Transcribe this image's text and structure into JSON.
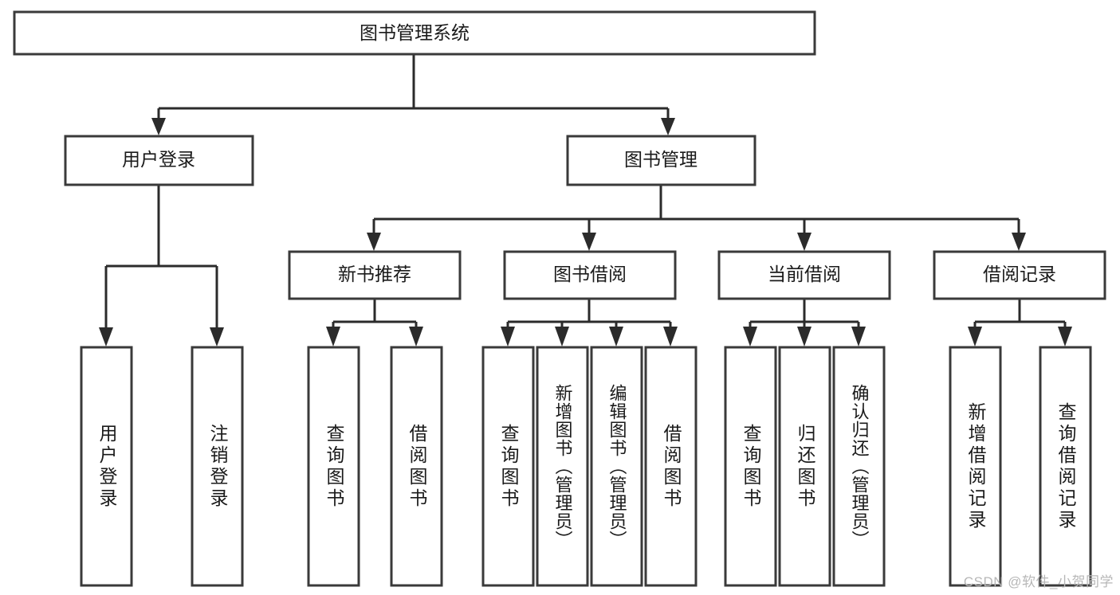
{
  "diagram": {
    "title": "图书管理系统",
    "type": "hierarchy-tree",
    "root": {
      "label": "图书管理系统"
    },
    "level2": [
      {
        "label": "用户登录"
      },
      {
        "label": "图书管理"
      }
    ],
    "level3": [
      {
        "label": "新书推荐"
      },
      {
        "label": "图书借阅"
      },
      {
        "label": "当前借阅"
      },
      {
        "label": "借阅记录"
      }
    ],
    "leaves": {
      "user_login": [
        {
          "label": "用户登录"
        },
        {
          "label": "注销登录"
        }
      ],
      "new_book_recommend": [
        {
          "label": "查询图书"
        },
        {
          "label": "借阅图书"
        }
      ],
      "book_borrow": [
        {
          "label": "查询图书"
        },
        {
          "label": "新增图书（管理员）"
        },
        {
          "label": "编辑图书（管理员）"
        },
        {
          "label": "借阅图书"
        }
      ],
      "current_borrow": [
        {
          "label": "查询图书"
        },
        {
          "label": "归还图书"
        },
        {
          "label": "确认归还（管理员）"
        }
      ],
      "borrow_record": [
        {
          "label": "新增借阅记录"
        },
        {
          "label": "查询借阅记录"
        }
      ]
    }
  },
  "watermark": {
    "text": "CSDN @软件_小贺同学"
  },
  "colors": {
    "box_stroke": "#3a3a3a",
    "connector": "#2b2b2b",
    "text": "#1a1a1a",
    "background": "#ffffff",
    "watermark": "#b7b7b7"
  }
}
